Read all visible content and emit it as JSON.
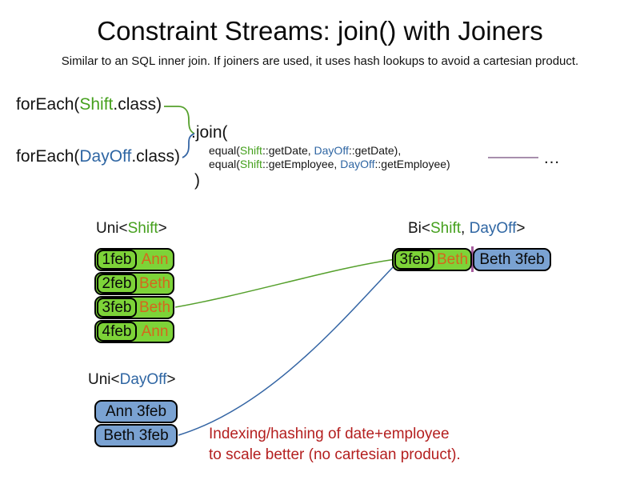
{
  "title": "Constraint Streams: join() with Joiners",
  "subtitle": "Similar to an SQL inner join. If joiners are used, it uses hash lookups to avoid a cartesian product.",
  "colors": {
    "green_text": "#45a01d",
    "green_fill": "#7dd338",
    "green_line": "#55a02c",
    "blue_text": "#2f66a3",
    "blue_fill": "#7aa2d2",
    "blue_line": "#3465a4",
    "orange_text": "#d5671d",
    "red_text": "#b41f1f",
    "purple": "#8a6a92"
  },
  "code": {
    "foreach_shift": {
      "prefix": "forEach(",
      "class_name": "Shift",
      "suffix": ".class)"
    },
    "foreach_dayoff": {
      "prefix": "forEach(",
      "class_name": "DayOff",
      "suffix": ".class)"
    },
    "join_open": ".join(",
    "joiner_date": {
      "prefix": "equal(",
      "left_class": "Shift",
      "left_rest": "::getDate, ",
      "right_class": "DayOff",
      "right_rest": "::getDate),"
    },
    "joiner_employee": {
      "prefix": "equal(",
      "left_class": "Shift",
      "left_rest": "::getEmployee, ",
      "right_class": "DayOff",
      "right_rest": "::getEmployee)"
    },
    "join_close": ")",
    "ellipsis": "…"
  },
  "uni_shift": {
    "label": {
      "prefix": "Uni<",
      "type": "Shift",
      "suffix": ">"
    },
    "rows": [
      {
        "date": "1feb",
        "employee": "Ann"
      },
      {
        "date": "2feb",
        "employee": "Beth"
      },
      {
        "date": "3feb",
        "employee": "Beth"
      },
      {
        "date": "4feb",
        "employee": "Ann"
      }
    ]
  },
  "bi": {
    "label": {
      "prefix": "Bi<",
      "type1": "Shift",
      "sep": ", ",
      "type2": "DayOff",
      "suffix": ">"
    },
    "row": {
      "shift_date": "3feb",
      "shift_employee": "Beth",
      "dayoff": "Beth 3feb"
    }
  },
  "uni_dayoff": {
    "label": {
      "prefix": "Uni<",
      "type": "DayOff",
      "suffix": ">"
    },
    "rows": [
      {
        "text": "Ann 3feb"
      },
      {
        "text": "Beth 3feb"
      }
    ]
  },
  "annotation": {
    "line1": "Indexing/hashing of date+employee",
    "line2": "to scale better (no cartesian product)."
  }
}
